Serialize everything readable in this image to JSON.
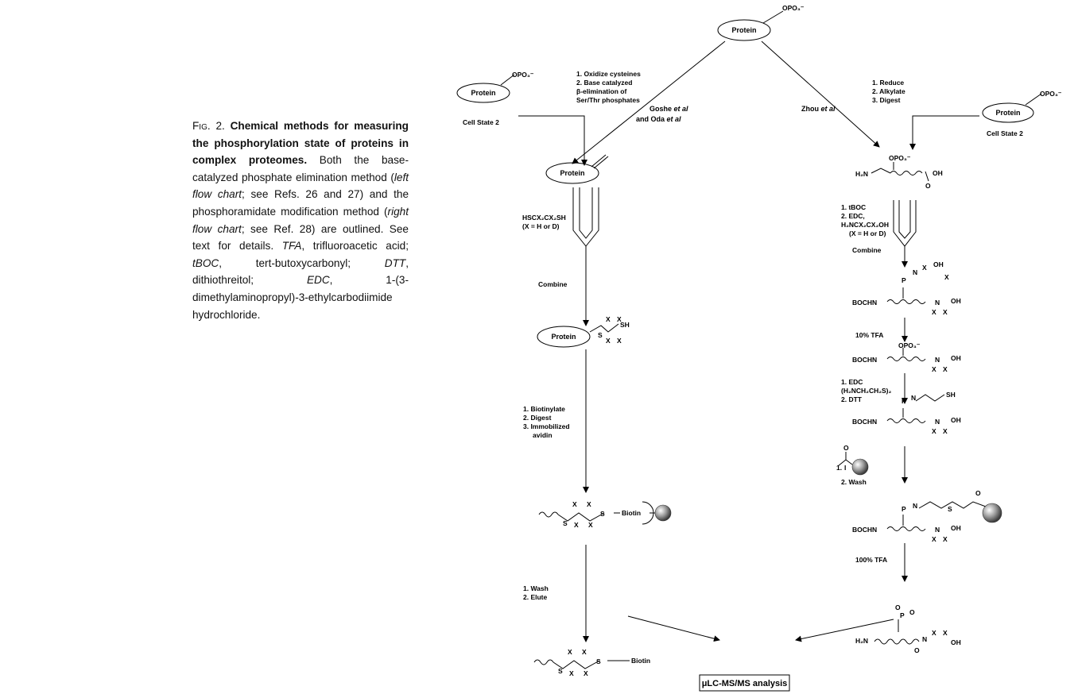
{
  "caption": {
    "fig_label": "Fig. 2.",
    "title": "Chemical methods for measuring the phosphorylation state of proteins in complex proteomes.",
    "t1": " Both the base-catalyzed phosphate elimination method (",
    "left_chart": "left flow chart",
    "t2": "; see Refs. 26 and 27) and the phosphoramidate modification method (",
    "right_chart": "right flow chart",
    "t3": "; see Ref. 28) are outlined. See text for details. ",
    "tfa": "TFA",
    "tfa_def": ", trifluoroacetic acid; ",
    "tboc": "tBOC",
    "tboc_def": ", tert-butoxycarbonyl; ",
    "dtt": "DTT",
    "dtt_def": ", dithiothreitol; ",
    "edc": "EDC",
    "edc_def": ", 1-(3-dimethylaminopropyl)-3-ethylcarbodiimide hydrochloride."
  },
  "diagram": {
    "protein": "Protein",
    "opo3": "OPO₃⁻",
    "cell_state_2": "Cell State 2",
    "left_steps_1": [
      "1. Oxidize cysteines",
      "2. Base catalyzed",
      "β-elimination of",
      "Ser/Thr phosphates"
    ],
    "goshe_1": "Goshe ",
    "goshe_et_al": "et al",
    "goshe_2": "and Oda ",
    "zhou": "Zhou ",
    "right_steps_1": [
      "1. Reduce",
      "2. Alkylate",
      "3. Digest"
    ],
    "thiol_reagent": [
      "HSCX₂CX₂SH",
      "(X = H or D)"
    ],
    "combine": "Combine",
    "left_steps_2": [
      "1. Biotinylate",
      "2. Digest",
      "3. Immobilized",
      "avidin"
    ],
    "left_steps_3": [
      "1. Wash",
      "2. Elute"
    ],
    "biotin": "Biotin",
    "right_steps_2": [
      "1. tBOC",
      "2. EDC,",
      "H₂NCX₂CX₂OH",
      "(X = H or D)"
    ],
    "tfa_10": "10% TFA",
    "right_steps_3": [
      "1. EDC",
      "(H₂NCH₂CH₂S)₂",
      "2. DTT"
    ],
    "right_steps_4_1": "1.",
    "right_steps_4_2": "2. Wash",
    "tfa_100": "100% TFA",
    "final": "μLC-MS/MS analysis",
    "h2n": "H₂N",
    "bochn": "BOCHN",
    "oh": "OH",
    "sh": "SH",
    "s": "S",
    "x": "X",
    "o": "O",
    "p": "P",
    "n": "N",
    "h": "H",
    "i": "I"
  }
}
